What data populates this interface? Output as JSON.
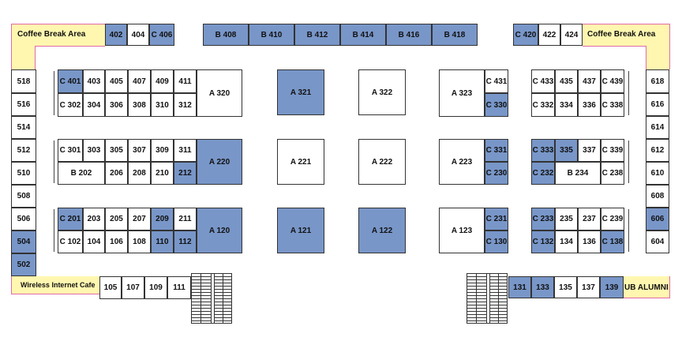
{
  "colors": {
    "highlight": "#7896c8",
    "area_fill": "#fff7b0",
    "area_outline": "#e26aa8"
  },
  "areas": {
    "coffee_left": "Coffee Break Area",
    "coffee_right": "Coffee Break Area",
    "wireless": "Wireless Internet Cafe",
    "alumni": "UB ALUMNI"
  },
  "booths": {
    "b402": {
      "label": "402",
      "on": true
    },
    "b404": {
      "label": "404",
      "on": false
    },
    "c406": {
      "label": "C 406",
      "on": true
    },
    "b408": {
      "label": "B 408",
      "on": true
    },
    "b410": {
      "label": "B 410",
      "on": true
    },
    "b412": {
      "label": "B 412",
      "on": true
    },
    "b414": {
      "label": "B 414",
      "on": true
    },
    "b416": {
      "label": "B 416",
      "on": true
    },
    "b418": {
      "label": "B 418",
      "on": true
    },
    "c420": {
      "label": "C 420",
      "on": true
    },
    "b422": {
      "label": "422",
      "on": false
    },
    "b424": {
      "label": "424",
      "on": false
    },
    "b518": {
      "label": "518",
      "on": false
    },
    "b516": {
      "label": "516",
      "on": false
    },
    "b514": {
      "label": "514",
      "on": false
    },
    "b512": {
      "label": "512",
      "on": false
    },
    "b510": {
      "label": "510",
      "on": false
    },
    "b508": {
      "label": "508",
      "on": false
    },
    "b506": {
      "label": "506",
      "on": false
    },
    "b504": {
      "label": "504",
      "on": true
    },
    "b502": {
      "label": "502",
      "on": true
    },
    "b618": {
      "label": "618",
      "on": false
    },
    "b616": {
      "label": "616",
      "on": false
    },
    "b614": {
      "label": "614",
      "on": false
    },
    "b612": {
      "label": "612",
      "on": false
    },
    "b610": {
      "label": "610",
      "on": false
    },
    "b608": {
      "label": "608",
      "on": false
    },
    "b606": {
      "label": "606",
      "on": true
    },
    "b604": {
      "label": "604",
      "on": false
    },
    "c401": {
      "label": "C 401",
      "on": true
    },
    "b403": {
      "label": "403",
      "on": false
    },
    "b405": {
      "label": "405",
      "on": false
    },
    "b407": {
      "label": "407",
      "on": false
    },
    "b409": {
      "label": "409",
      "on": false
    },
    "b411": {
      "label": "411",
      "on": false
    },
    "c302": {
      "label": "C 302",
      "on": false
    },
    "b304": {
      "label": "304",
      "on": false
    },
    "b306": {
      "label": "306",
      "on": false
    },
    "b308": {
      "label": "308",
      "on": false
    },
    "b310": {
      "label": "310",
      "on": false
    },
    "b312": {
      "label": "312",
      "on": false
    },
    "a320": {
      "label": "A 320",
      "on": false
    },
    "c301": {
      "label": "C 301",
      "on": false
    },
    "b303": {
      "label": "303",
      "on": false
    },
    "b305": {
      "label": "305",
      "on": false
    },
    "b307": {
      "label": "307",
      "on": false
    },
    "b309": {
      "label": "309",
      "on": false
    },
    "b311": {
      "label": "311",
      "on": false
    },
    "b202": {
      "label": "B 202",
      "on": false
    },
    "b206": {
      "label": "206",
      "on": false
    },
    "b208": {
      "label": "208",
      "on": false
    },
    "b210": {
      "label": "210",
      "on": false
    },
    "b212": {
      "label": "212",
      "on": true
    },
    "a220": {
      "label": "A 220",
      "on": true
    },
    "c201": {
      "label": "C 201",
      "on": true
    },
    "b203": {
      "label": "203",
      "on": false
    },
    "b205": {
      "label": "205",
      "on": false
    },
    "b207": {
      "label": "207",
      "on": false
    },
    "b209": {
      "label": "209",
      "on": true
    },
    "b211": {
      "label": "211",
      "on": false
    },
    "c102": {
      "label": "C 102",
      "on": false
    },
    "b104": {
      "label": "104",
      "on": false
    },
    "b106": {
      "label": "106",
      "on": false
    },
    "b108": {
      "label": "108",
      "on": false
    },
    "b110": {
      "label": "110",
      "on": true
    },
    "b112": {
      "label": "112",
      "on": true
    },
    "a120": {
      "label": "A 120",
      "on": true
    },
    "a321": {
      "label": "A 321",
      "on": true
    },
    "a221": {
      "label": "A 221",
      "on": false
    },
    "a121": {
      "label": "A 121",
      "on": true
    },
    "a322": {
      "label": "A 322",
      "on": false
    },
    "a222": {
      "label": "A 222",
      "on": false
    },
    "a122": {
      "label": "A 122",
      "on": true
    },
    "a323": {
      "label": "A 323",
      "on": false
    },
    "c431": {
      "label": "C 431",
      "on": false
    },
    "c330": {
      "label": "C 330",
      "on": true
    },
    "a223": {
      "label": "A 223",
      "on": false
    },
    "c331": {
      "label": "C 331",
      "on": true
    },
    "c230": {
      "label": "C 230",
      "on": true
    },
    "a123": {
      "label": "A 123",
      "on": false
    },
    "c231": {
      "label": "C 231",
      "on": true
    },
    "c130": {
      "label": "C 130",
      "on": true
    },
    "c433": {
      "label": "C 433",
      "on": false
    },
    "b435": {
      "label": "435",
      "on": false
    },
    "b437": {
      "label": "437",
      "on": false
    },
    "c439": {
      "label": "C 439",
      "on": false
    },
    "c332": {
      "label": "C 332",
      "on": false
    },
    "b334": {
      "label": "334",
      "on": false
    },
    "b336": {
      "label": "336",
      "on": false
    },
    "c338": {
      "label": "C 338",
      "on": false
    },
    "c333": {
      "label": "C 333",
      "on": true
    },
    "b335": {
      "label": "335",
      "on": true
    },
    "b337": {
      "label": "337",
      "on": false
    },
    "c339": {
      "label": "C 339",
      "on": false
    },
    "c232": {
      "label": "C 232",
      "on": true
    },
    "b234": {
      "label": "B 234",
      "on": false
    },
    "c238": {
      "label": "C 238",
      "on": false
    },
    "c233": {
      "label": "C 233",
      "on": true
    },
    "b235": {
      "label": "235",
      "on": false
    },
    "b237": {
      "label": "237",
      "on": false
    },
    "c239": {
      "label": "C 239",
      "on": false
    },
    "c132": {
      "label": "C 132",
      "on": true
    },
    "b134": {
      "label": "134",
      "on": false
    },
    "b136": {
      "label": "136",
      "on": false
    },
    "c138": {
      "label": "C 138",
      "on": true
    },
    "b105": {
      "label": "105",
      "on": false
    },
    "b107": {
      "label": "107",
      "on": false
    },
    "b109": {
      "label": "109",
      "on": false
    },
    "b111": {
      "label": "111",
      "on": false
    },
    "b131": {
      "label": "131",
      "on": true
    },
    "b133": {
      "label": "133",
      "on": true
    },
    "b135": {
      "label": "135",
      "on": false
    },
    "b137": {
      "label": "137",
      "on": false
    },
    "b139": {
      "label": "139",
      "on": true
    }
  }
}
